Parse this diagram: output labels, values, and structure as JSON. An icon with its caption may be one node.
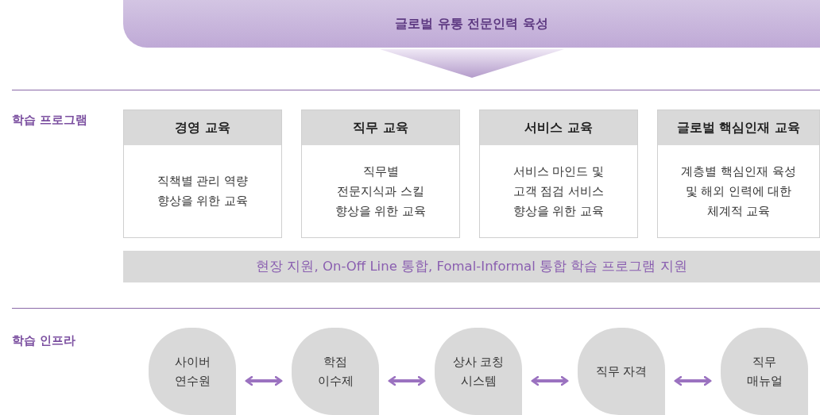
{
  "diagram": {
    "nodes": [
      {
        "text": [
          "글로벌 유통 전문인력 육성"
        ]
      },
      {
        "text": [
          "경영 교육",
          "직책별 관리 역량 향상을 위한 교육"
        ]
      },
      {
        "text": [
          "직무 교육",
          "직무별 전문지식과 스킬 향상을 위한 교육"
        ]
      },
      {
        "text": [
          "서비스 교육",
          "서비스 마인드 및 고객 점검 서비스 향상을 위한 교육"
        ]
      },
      {
        "text": [
          "글로벌 핵심인재 교육",
          "계층별 핵심인재 육성 및 해외 인력에 대한 체계적 교육"
        ]
      },
      {
        "text": [
          "현장 지원, On-Off Line 통합, Fomal-Informal 통합 학습 프로그램 지원"
        ]
      },
      {
        "text": [
          "사이버 연수원"
        ]
      },
      {
        "text": [
          "학점 이수제"
        ]
      },
      {
        "text": [
          "상사 코칭 시스템"
        ]
      },
      {
        "text": [
          "직무 자격"
        ]
      },
      {
        "text": [
          "직무 매뉴얼"
        ]
      }
    ],
    "edges": [
      {
        "from": 6,
        "to": 7,
        "arrow": "both",
        "color": "#9b72c0"
      },
      {
        "from": 7,
        "to": 8,
        "arrow": "both",
        "color": "#9b72c0"
      },
      {
        "from": 8,
        "to": 9,
        "arrow": "both",
        "color": "#9b72c0"
      },
      {
        "from": 9,
        "to": 10,
        "arrow": "both",
        "color": "#9b72c0"
      },
      {
        "from": 0,
        "to": null,
        "arrow": "to",
        "color": "#b49ccb"
      }
    ],
    "labels": [
      "학습 프로그램",
      "학습 인프라"
    ]
  }
}
